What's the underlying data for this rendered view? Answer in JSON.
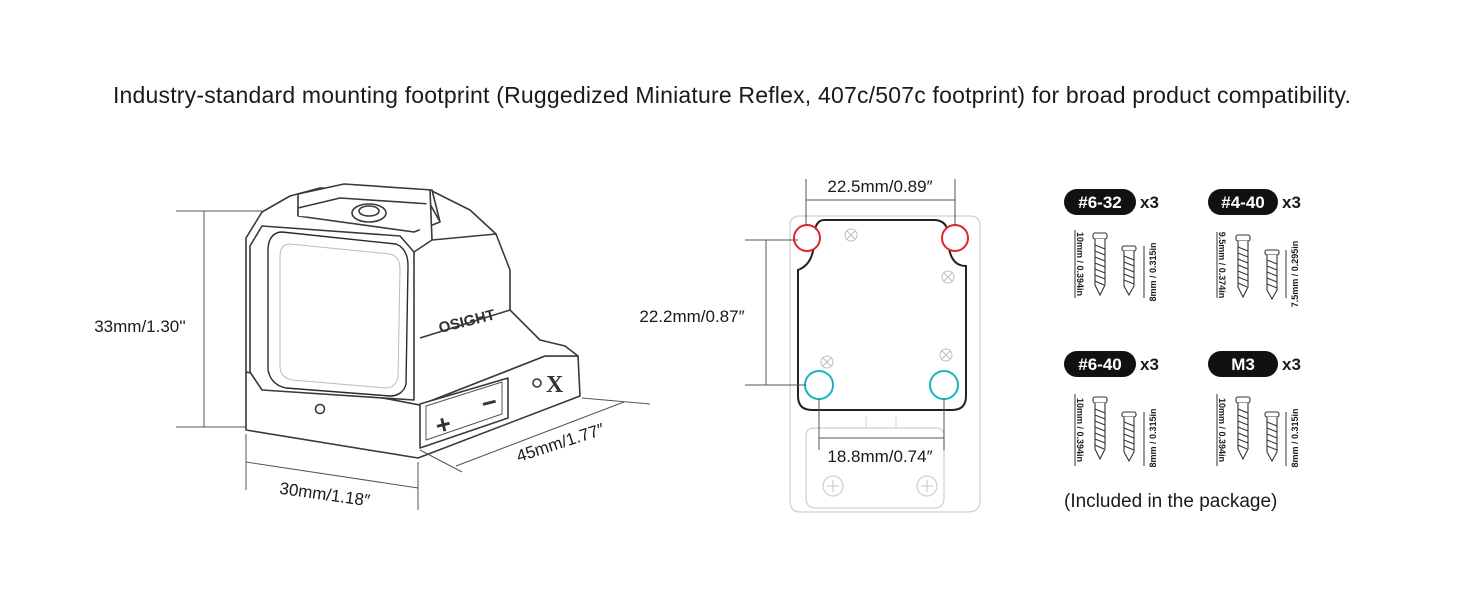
{
  "headline": "Industry-standard mounting footprint (Ruggedized Miniature Reflex,  407c/507c footprint) for broad product compatibility.",
  "sight": {
    "brand": "OSIGHT",
    "height_label": "33mm/1.30''",
    "width_label": "30mm/1.18″",
    "length_label": "45mm/1.77″",
    "plus_symbol": "+",
    "minus_symbol": "−",
    "logo_glyph": "X"
  },
  "footprint": {
    "top_label": "22.5mm/0.89″",
    "side_label": "22.2mm/0.87″",
    "bottom_label": "18.8mm/0.74″",
    "colors": {
      "top_holes": "#e0242f",
      "bottom_holes": "#19b3c4"
    }
  },
  "screws": [
    {
      "name": "#6-32",
      "qty": "x3",
      "long": "10mm / 0.394in",
      "short": "8mm / 0.315in"
    },
    {
      "name": "#4-40",
      "qty": "x3",
      "long": "9.5mm / 0.374in",
      "short": "7.5mm / 0.295in"
    },
    {
      "name": "#6-40",
      "qty": "x3",
      "long": "10mm / 0.394in",
      "short": "8mm / 0.315in"
    },
    {
      "name": "M3",
      "qty": "x3",
      "long": "10mm / 0.394in",
      "short": "8mm / 0.315in"
    }
  ],
  "package_note": "(Included in the package)"
}
